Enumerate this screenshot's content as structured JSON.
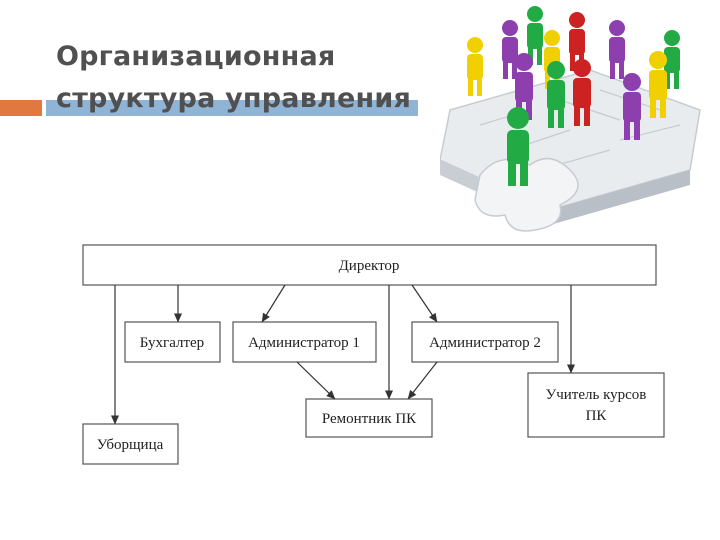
{
  "title": "Организационная структура управления",
  "org_chart": {
    "director": "Директор",
    "accountant": "Бухгалтер",
    "admin1": "Администратор 1",
    "admin2": "Администратор 2",
    "repairman": "Ремонтник ПК",
    "teacher_line1": "Учитель курсов",
    "teacher_line2": "ПК",
    "cleaner": "Уборщица"
  },
  "colors": {
    "accent_orange": "#e07840",
    "accent_blue": "#8fb4d6",
    "title_text": "#505050"
  },
  "illustration": "people-on-puzzle-icon"
}
